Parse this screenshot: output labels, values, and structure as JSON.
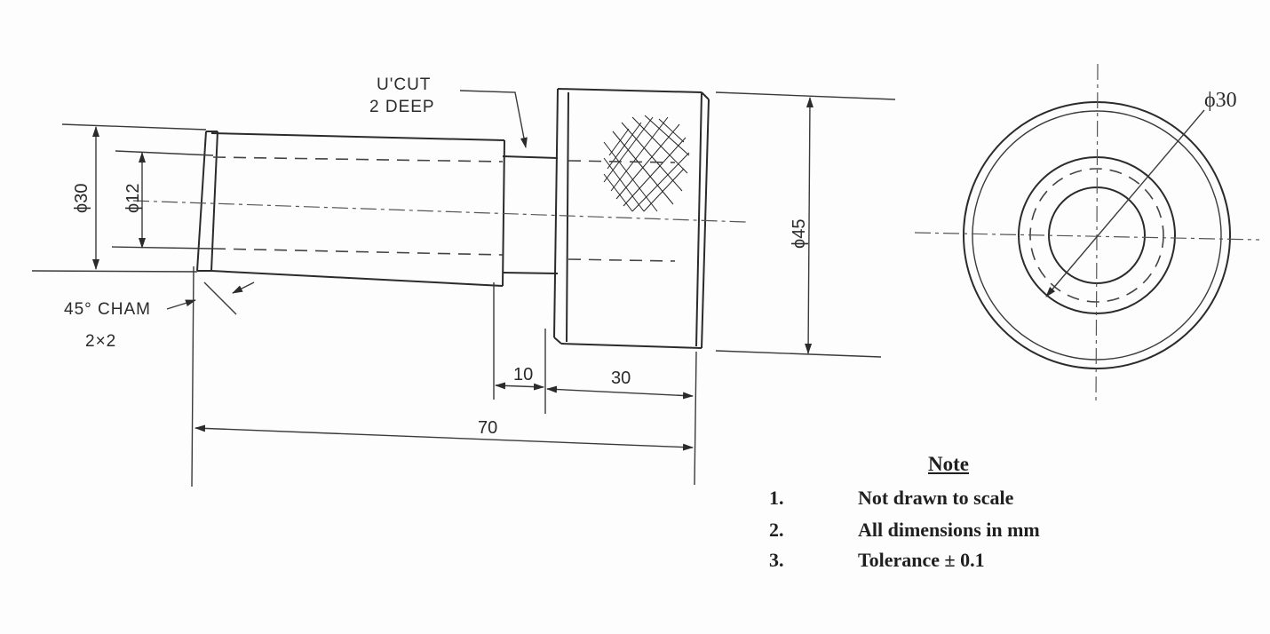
{
  "labels": {
    "ucut_line1": "U'CUT",
    "ucut_line2": "2 DEEP",
    "cham_line1": "45° CHAM",
    "cham_line2": "2×2"
  },
  "dimensions": {
    "dia_shaft": "ϕ30",
    "dia_bore": "ϕ12",
    "dia_head": "ϕ45",
    "len_ucut": "10",
    "len_head": "30",
    "len_total": "70",
    "dia_end_view": "ϕ30"
  },
  "note": {
    "title": "Note",
    "items": [
      {
        "num": "1.",
        "text": "Not drawn to scale"
      },
      {
        "num": "2.",
        "text": "All dimensions in mm"
      },
      {
        "num": "3.",
        "text": "Tolerance ± 0.1"
      }
    ]
  }
}
